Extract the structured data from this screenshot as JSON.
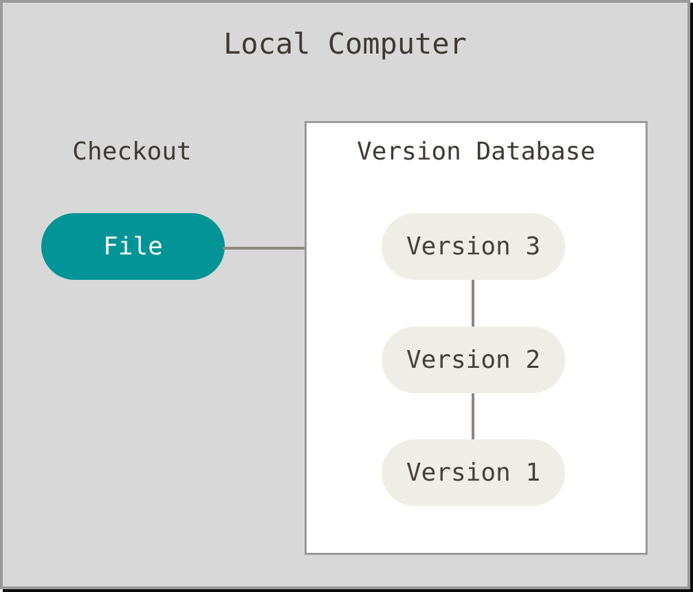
{
  "diagram": {
    "title": "Local Computer",
    "checkout_label": "Checkout",
    "file_node": "File",
    "version_database": {
      "title": "Version Database",
      "versions": [
        "Version 3",
        "Version 2",
        "Version 1"
      ]
    }
  },
  "colors": {
    "background": "#d8d8d8",
    "window_border": "#999999",
    "shadow": "#0b0b0b",
    "box_background": "#ffffff",
    "box_border": "#9a9a9a",
    "file_fill": "#029497",
    "file_text": "#ffffff",
    "version_fill": "#eeeee6",
    "text": "#3f3933",
    "pill_text": "#45403a",
    "connector": "#8c8680"
  }
}
